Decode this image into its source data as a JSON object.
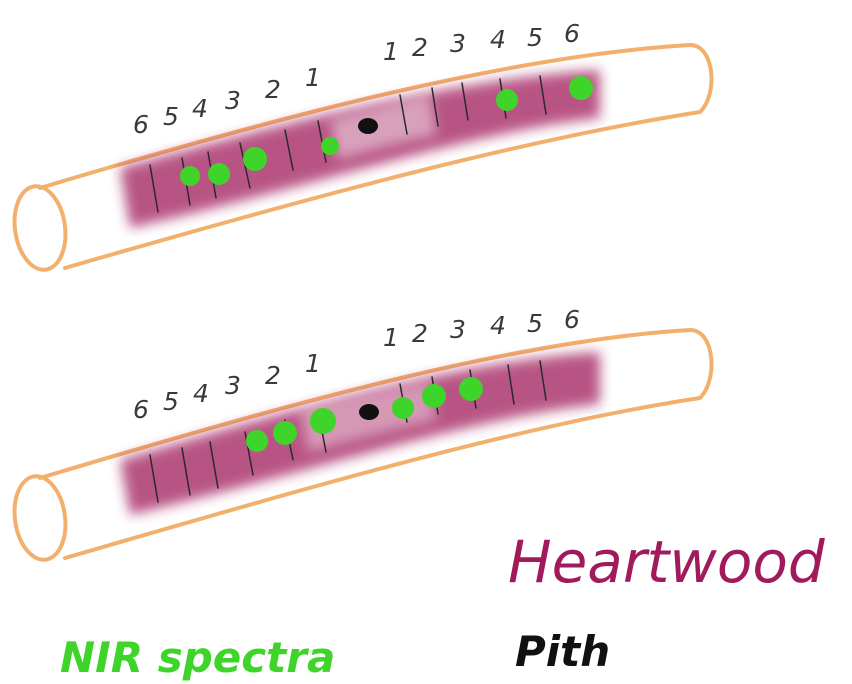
{
  "labels": {
    "left_ring_numbers": [
      "6",
      "5",
      "4",
      "3",
      "2",
      "1"
    ],
    "right_ring_numbers": [
      "1",
      "2",
      "3",
      "4",
      "5",
      "6"
    ]
  },
  "legend": {
    "heartwood": "Heartwood",
    "nir_spectra": "NIR spectra",
    "pith": "Pith"
  },
  "colors": {
    "bark_outline": "#f2b06c",
    "heartwood": "#a11a5c",
    "nir_point": "#3fd42a",
    "pith": "#111111"
  }
}
